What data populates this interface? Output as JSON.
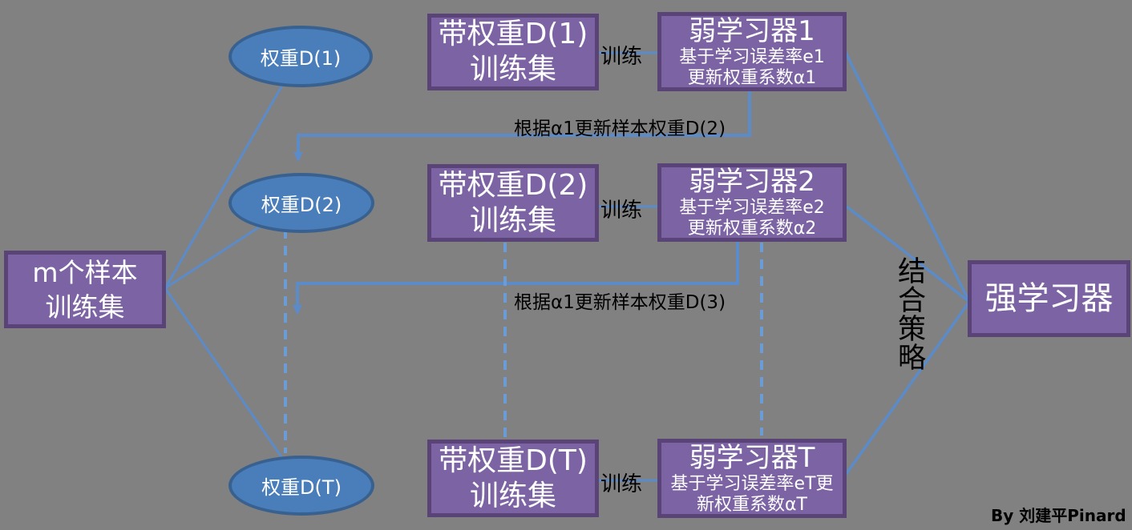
{
  "colors": {
    "background": "#818181",
    "node_fill": "#7C63A3",
    "node_border": "#5A4377",
    "ellipse_fill": "#4A7EBB",
    "ellipse_border": "#38618F",
    "connector_line": "#5B8BC9",
    "dashed_line": "#6C9CD6",
    "node_text": "#FFFFFF",
    "label_text": "#000000"
  },
  "source_box": {
    "line1": "m个样本",
    "line2": "训练集"
  },
  "rows": [
    {
      "weight": "权重D(1)",
      "trainset_line1": "带权重D(1)",
      "trainset_line2": "训练集",
      "train_label": "训练",
      "learner_title": "弱学习器1",
      "learner_sub1": "基于学习误差率e1",
      "learner_sub2": "更新权重系数α1",
      "feedback_label": "根据α1更新样本权重D(2)"
    },
    {
      "weight": "权重D(2)",
      "trainset_line1": "带权重D(2)",
      "trainset_line2": "训练集",
      "train_label": "训练",
      "learner_title": "弱学习器2",
      "learner_sub1": "基于学习误差率e2",
      "learner_sub2": "更新权重系数α2",
      "feedback_label": "根据α1更新样本权重D(3)"
    },
    {
      "weight": "权重D(T)",
      "trainset_line1": "带权重D(T)",
      "trainset_line2": "训练集",
      "train_label": "训练",
      "learner_title": "弱学习器T",
      "learner_sub1": "基于学习误差率eT更",
      "learner_sub2": "新权重系数αT"
    }
  ],
  "combine_strategy_label": "结合策略",
  "strong_learner_label": "强学习器",
  "credit": "By 刘建平Pinard"
}
